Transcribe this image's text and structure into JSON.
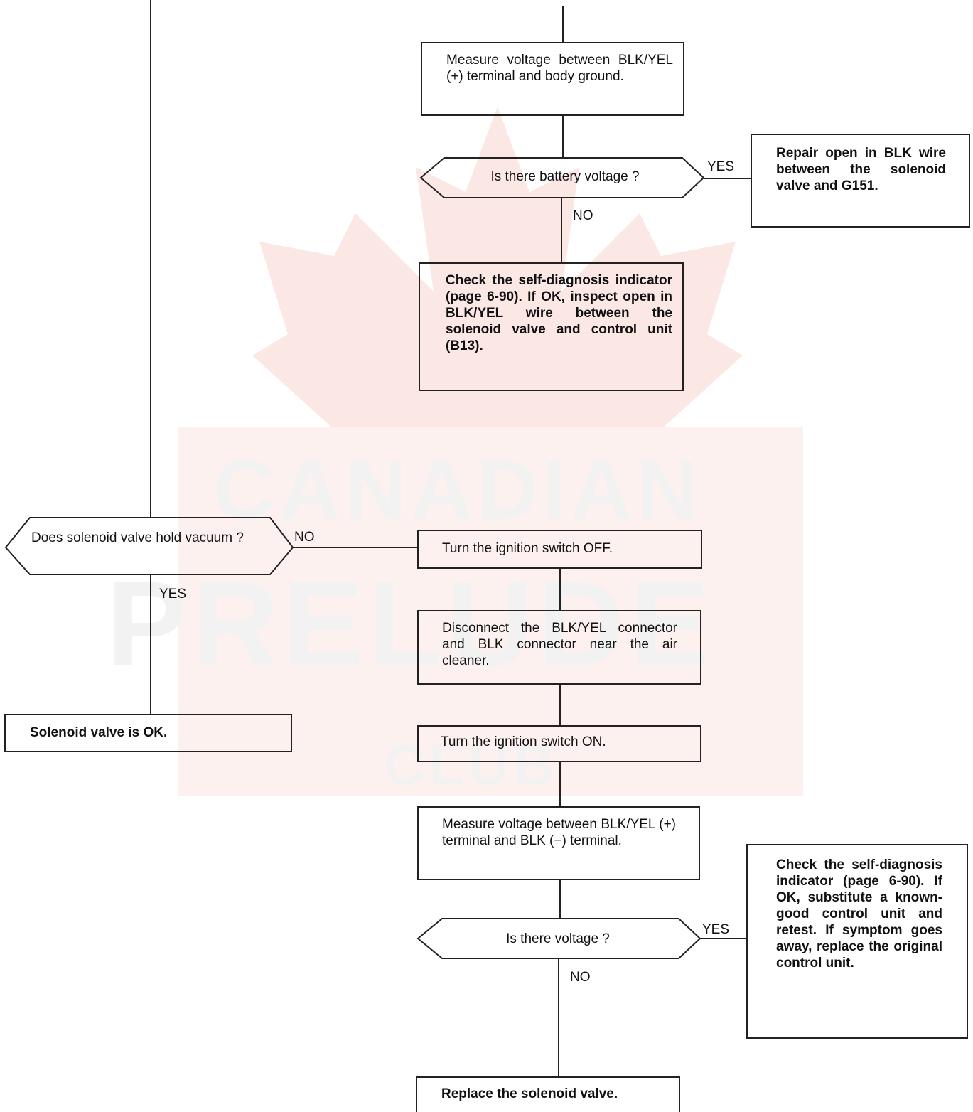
{
  "watermark": {
    "line1": "CANADIAN",
    "line2": "PRELUDE",
    "line3": "CLUB",
    "colors": {
      "leaf": "#fbe8e5",
      "text": "#efefef"
    }
  },
  "right_branch": {
    "measure_box": "Measure voltage between BLK/YEL (+) terminal and body ground.",
    "decision_battery": "Is there battery voltage ?",
    "yes_label": "YES",
    "no_label": "NO",
    "repair_box": "Repair open in BLK wire between the solenoid valve and G151.",
    "check_box": "Check the self-diagnosis indicator (page 6-90). If OK, inspect open in BLK/YEL wire between the solenoid valve and control unit (B13)."
  },
  "left_branch": {
    "decision_vacuum": "Does solenoid valve hold vacuum ?",
    "no_label": "NO",
    "yes_label": "YES",
    "ok_box": "Solenoid valve is OK."
  },
  "lower_branch": {
    "ign_off": "Turn the ignition switch OFF.",
    "disconnect": "Disconnect the BLK/YEL connector and BLK connector near the air cleaner.",
    "ign_on": "Turn the ignition switch ON.",
    "measure2": "Measure voltage between BLK/YEL (+) terminal and BLK (−) terminal.",
    "decision_voltage": "Is there voltage ?",
    "yes_label": "YES",
    "no_label": "NO",
    "check2": "Check the self-diagnosis indicator (page 6-90). If OK, substitute a known-good control unit and retest. If symptom goes away, replace the original control unit.",
    "replace": "Replace the solenoid valve."
  }
}
